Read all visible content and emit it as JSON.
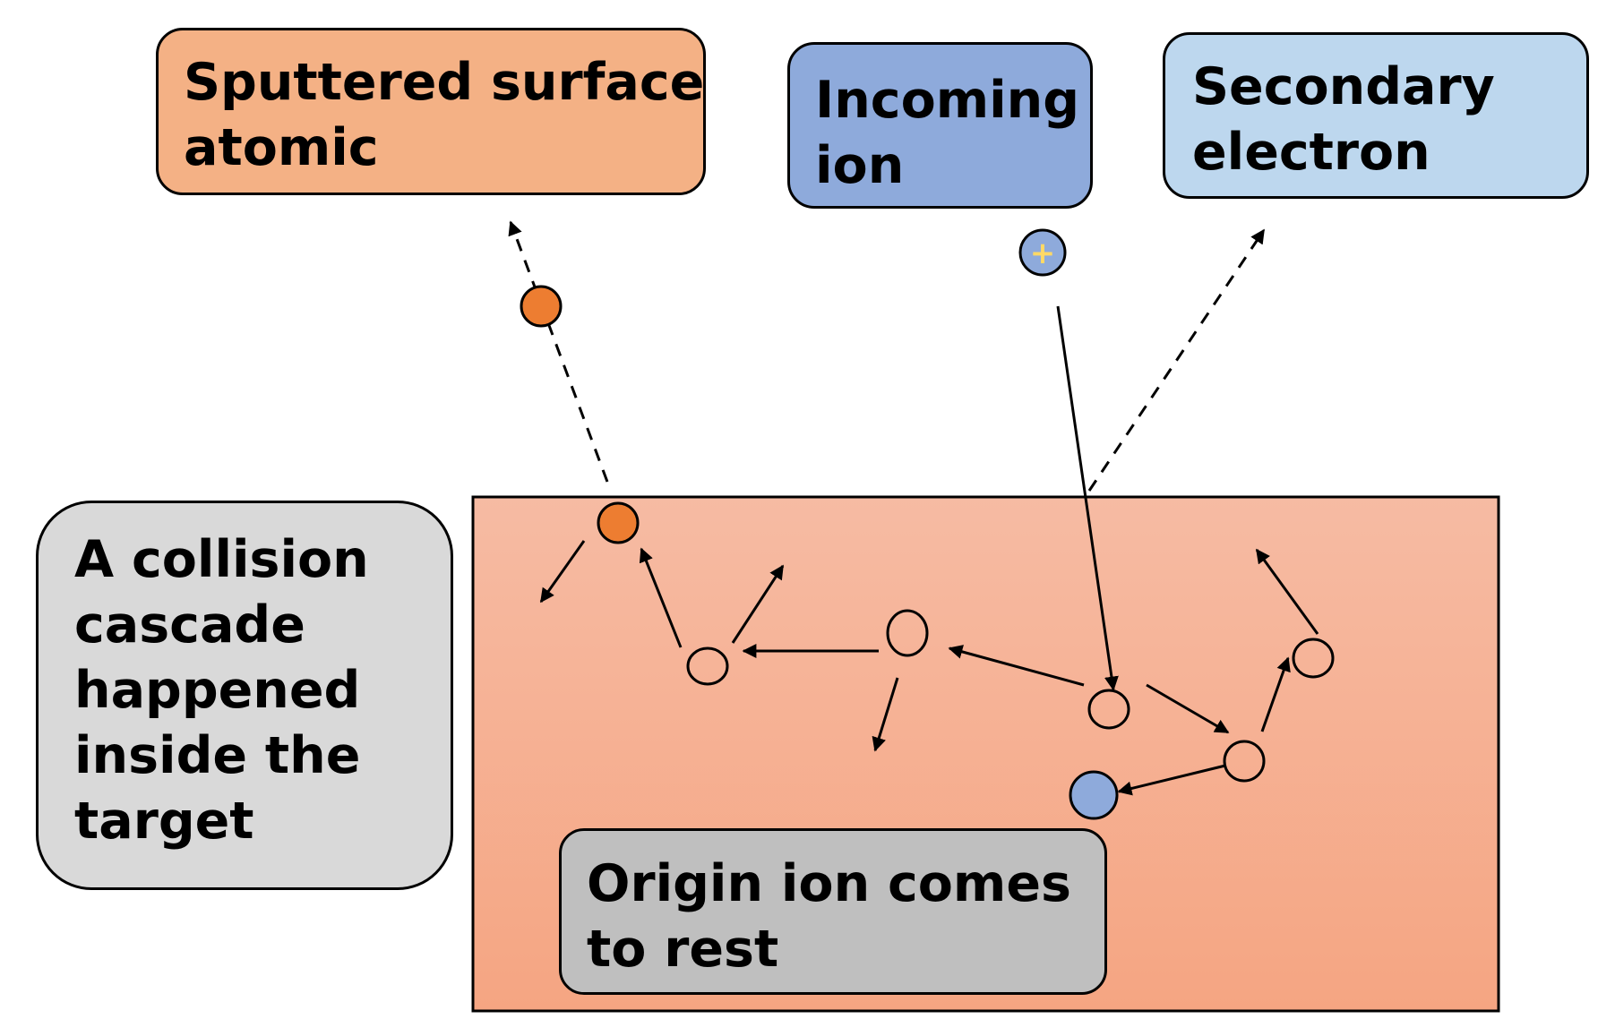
{
  "labels": {
    "sputtered": [
      "Sputtered surface",
      "atomic"
    ],
    "incoming": [
      "Incoming",
      "ion"
    ],
    "secondary": [
      "Secondary",
      "electron"
    ],
    "cascade": [
      "A collision",
      "cascade",
      "happened",
      "inside the",
      "target"
    ],
    "rest": [
      "Origin ion comes",
      "to rest"
    ]
  },
  "symbols": {
    "ion_charge": "+"
  },
  "colors": {
    "target_top": "#f6bba3",
    "target_bottom": "#f5a582",
    "sputtered_atom": "#ed7d31",
    "ion": "#8eaadb",
    "charge": "#ffd966",
    "stroke": "#000000"
  }
}
